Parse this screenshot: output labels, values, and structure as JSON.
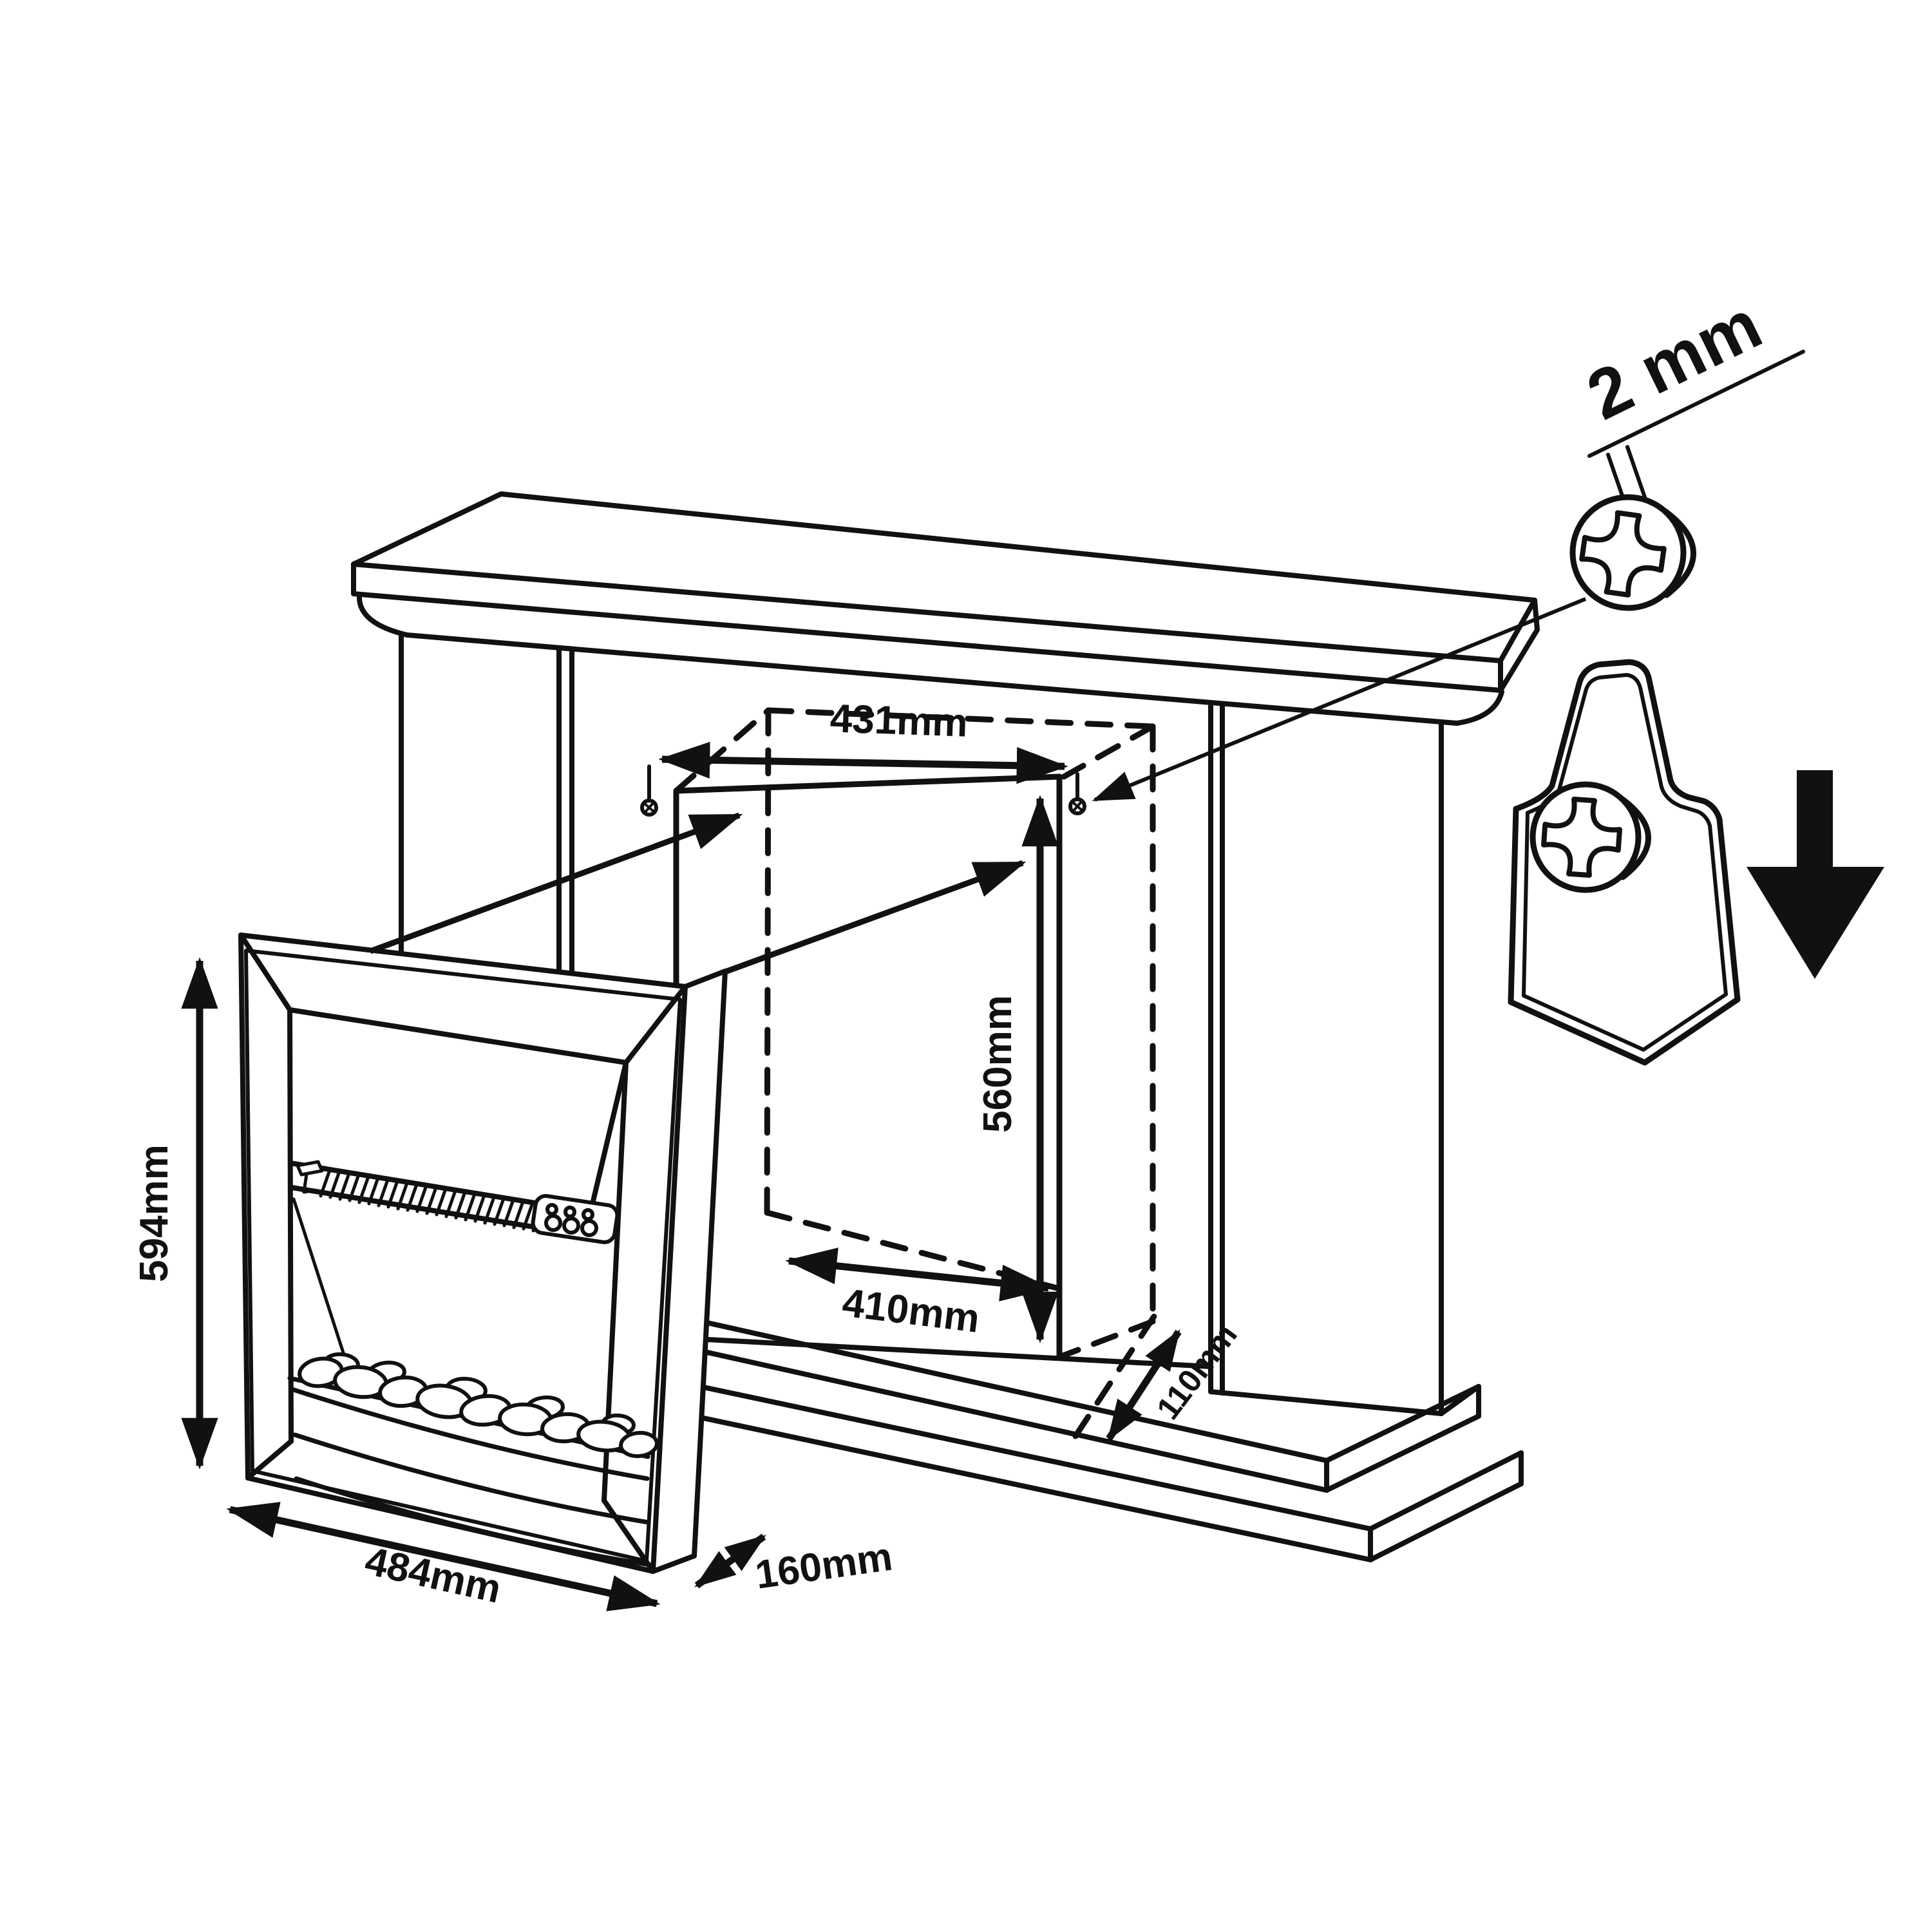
{
  "title": "Fireplace surround and electric fire insert installation diagram",
  "colors": {
    "line": "#111111",
    "background": "#ffffff",
    "arrow_fill": "#111111"
  },
  "labels": {
    "opening_width": "431mm",
    "opening_height": "560mm",
    "opening_floor_width": "410mm",
    "recess_depth": "110mm",
    "insert_height": "594mm",
    "insert_width": "484mm",
    "insert_depth": "160mm",
    "screw_protrusion": "2 mm"
  },
  "icons": [
    "phillips-screw-icon",
    "keyhole-bracket-icon",
    "down-arrow-icon",
    "small-screw-icon",
    "dimension-arrow-icon"
  ]
}
